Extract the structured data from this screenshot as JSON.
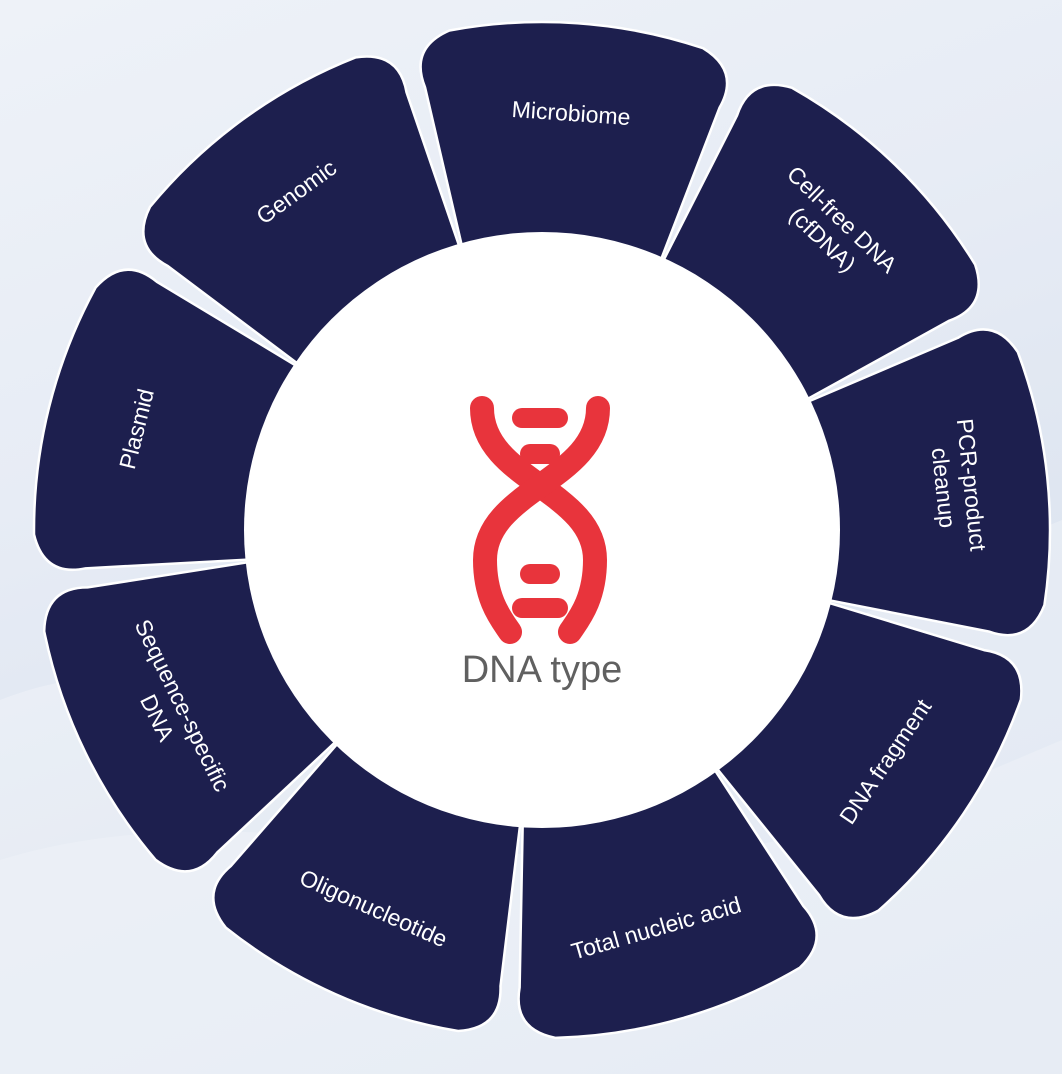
{
  "center": {
    "label": "DNA type",
    "icon": "dna-icon",
    "icon_color": "#e8343c"
  },
  "colors": {
    "petal": "#1d1f4e",
    "petal_text": "#ffffff",
    "divider": "#ffffff",
    "center_text": "#606060"
  },
  "petals": [
    {
      "id": "plasmid",
      "lines": [
        "Plasmid"
      ]
    },
    {
      "id": "genomic",
      "lines": [
        "Genomic"
      ]
    },
    {
      "id": "microbiome",
      "lines": [
        "Microbiome"
      ]
    },
    {
      "id": "cell-free-dna",
      "lines": [
        "Cell-free DNA",
        "(cfDNA)"
      ]
    },
    {
      "id": "pcr-product-cleanup",
      "lines": [
        "PCR-product",
        "cleanup"
      ]
    },
    {
      "id": "dna-fragment",
      "lines": [
        "DNA fragment"
      ]
    },
    {
      "id": "total-nucleic-acid",
      "lines": [
        "Total nucleic acid"
      ]
    },
    {
      "id": "oligonucleotide",
      "lines": [
        "Oligonucleotide"
      ]
    },
    {
      "id": "sequence-specific-dna",
      "lines": [
        "Sequence-specific",
        "DNA"
      ]
    }
  ]
}
